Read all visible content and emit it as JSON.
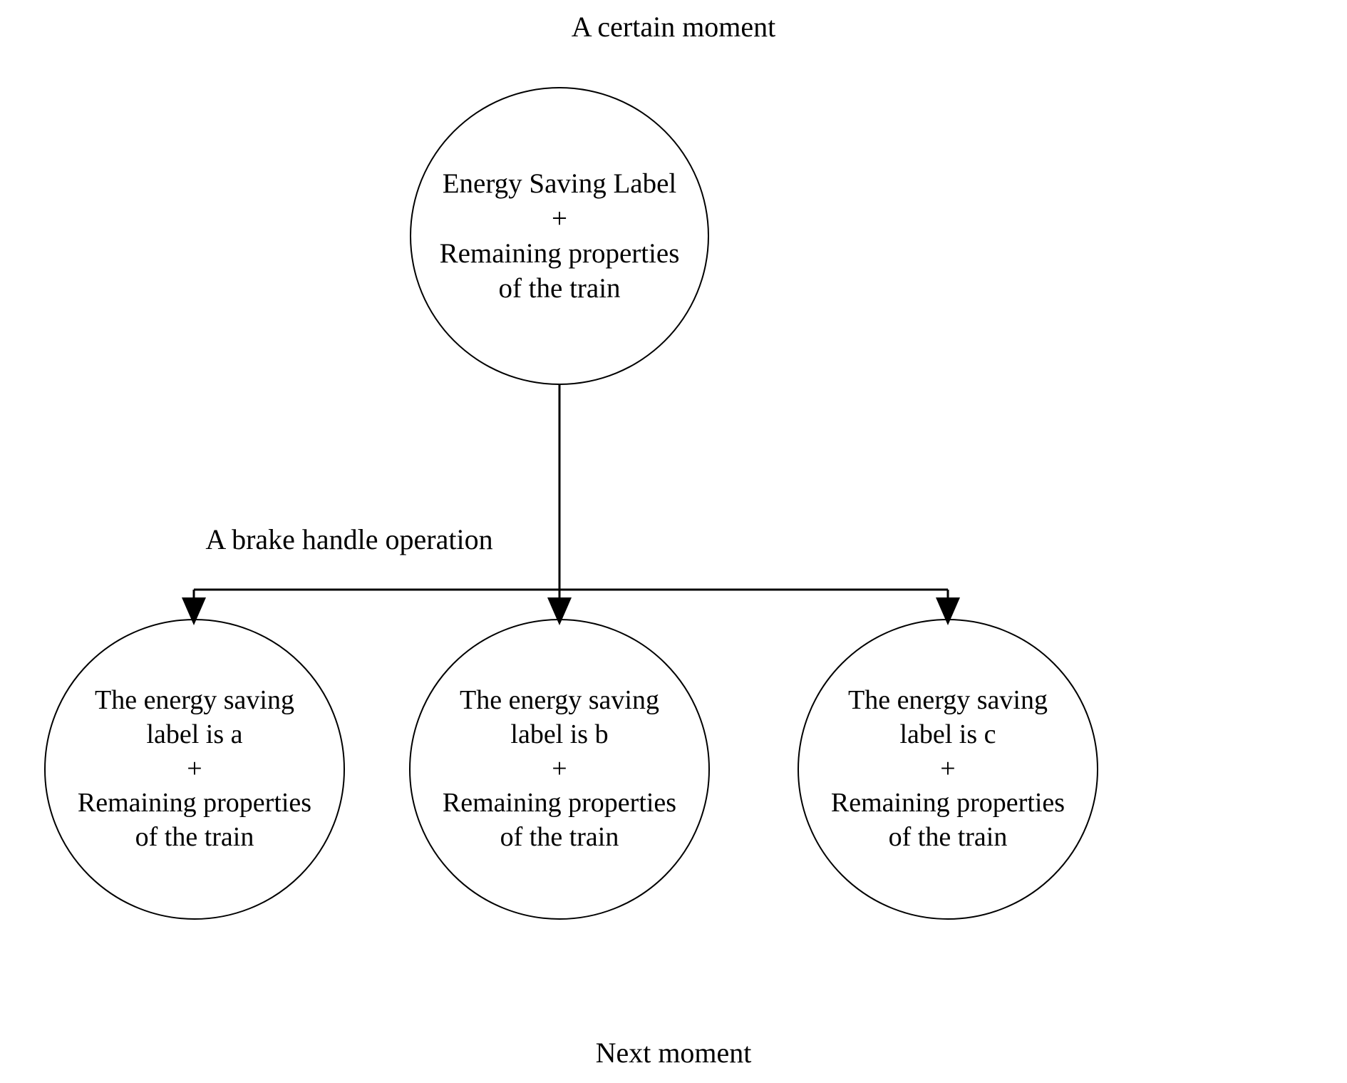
{
  "diagram": {
    "type": "state-transition-tree",
    "top_caption": "A certain moment",
    "bottom_caption": "Next moment",
    "edge_label": "A brake handle operation",
    "background_color": "#ffffff",
    "line_color": "#000000",
    "text_color": "#000000",
    "root": {
      "id": "root",
      "label": "Energy Saving Label\n+\nRemaining properties\nof the train",
      "shape": "circle"
    },
    "children": [
      {
        "id": "state-a",
        "label": "The energy saving\nlabel is a\n+\nRemaining properties\nof the train",
        "shape": "circle"
      },
      {
        "id": "state-b",
        "label": "The energy saving\nlabel is b\n+\nRemaining properties\nof the train",
        "shape": "circle"
      },
      {
        "id": "state-c",
        "label": "The energy saving\nlabel is c\n+\nRemaining properties\nof the train",
        "shape": "circle"
      }
    ],
    "edges": [
      {
        "from": "root",
        "to": "state-a",
        "arrow": "down"
      },
      {
        "from": "root",
        "to": "state-b",
        "arrow": "down"
      },
      {
        "from": "root",
        "to": "state-c",
        "arrow": "down"
      }
    ]
  }
}
